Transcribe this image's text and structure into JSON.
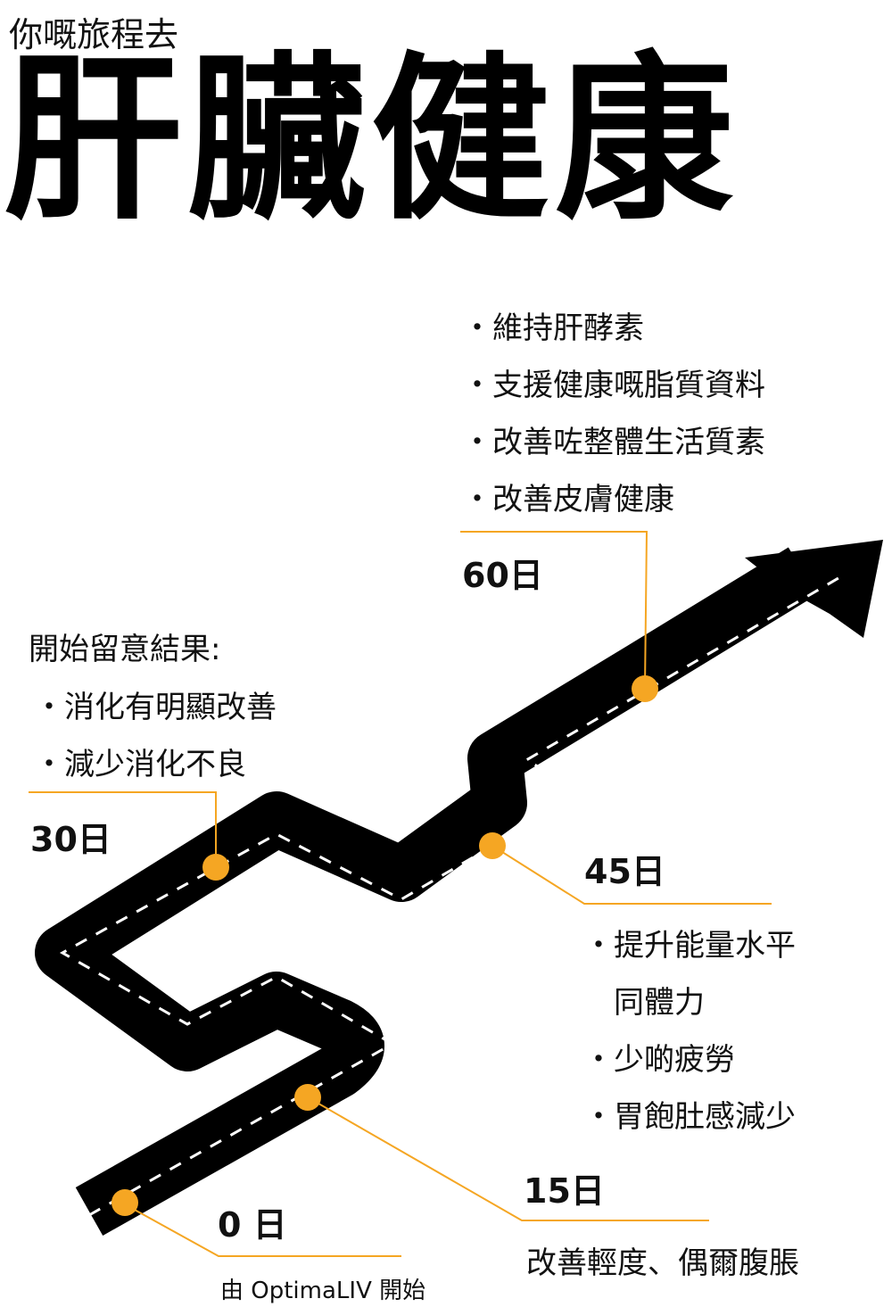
{
  "header": {
    "subtitle": "你嘅旅程去",
    "title": "肝臟健康"
  },
  "colors": {
    "road": "#000000",
    "dash": "#ffffff",
    "milestone": "#f5a623",
    "leader": "#f5a623"
  },
  "milestones": [
    {
      "id": "day0",
      "day": "0 日",
      "caption": "由 OptimaLIV 開始"
    },
    {
      "id": "day15",
      "day": "15日",
      "caption": "改善輕度、偶爾腹脹"
    },
    {
      "id": "day30",
      "day": "30日",
      "intro": "開始留意結果:",
      "bullets": [
        "消化有明顯改善",
        "減少消化不良"
      ]
    },
    {
      "id": "day45",
      "day": "45日",
      "bullets": [
        "提升能量水平",
        "同體力",
        "少啲疲勞",
        "胃飽肚感減少"
      ]
    },
    {
      "id": "day60",
      "day": "60日",
      "bullets": [
        "維持肝酵素",
        "支援健康嘅脂質資料",
        "改善咗整體生活質素",
        "改善皮膚健康"
      ]
    }
  ],
  "bullet_symbol": "・"
}
